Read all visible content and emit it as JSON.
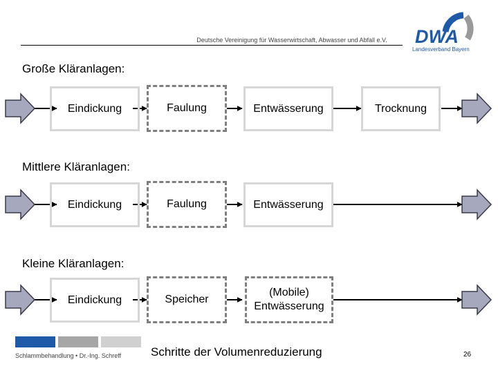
{
  "header": {
    "association_text": "Deutsche Vereinigung für Wasserwirtschaft, Abwasser und Abfall e.V.",
    "logo_text": "DWA",
    "logo_subtext": "Landesverband Bayern"
  },
  "sections": [
    {
      "title": "Große Kläranlagen:",
      "steps": [
        {
          "label": "Eindickung",
          "style": "solid"
        },
        {
          "label": "Faulung",
          "style": "dashed"
        },
        {
          "label": "Entwässerung",
          "style": "solid"
        },
        {
          "label": "Trocknung",
          "style": "solid"
        }
      ]
    },
    {
      "title": "Mittlere Kläranlagen:",
      "steps": [
        {
          "label": "Eindickung",
          "style": "solid"
        },
        {
          "label": "Faulung",
          "style": "dashed"
        },
        {
          "label": "Entwässerung",
          "style": "solid"
        }
      ]
    },
    {
      "title": "Kleine Kläranlagen:",
      "steps": [
        {
          "label": "Eindickung",
          "style": "solid"
        },
        {
          "label": "Speicher",
          "style": "dashed"
        },
        {
          "label": "(Mobile) Entwässerung",
          "style": "dashed"
        }
      ]
    }
  ],
  "footer": {
    "author": "Schlammbehandlung • Dr.-Ing. Schreff",
    "title": "Schritte der Volumenreduzierung",
    "page": "26",
    "bar_colors": [
      "#1f5aa8",
      "#a6a6a6",
      "#d0d0d0"
    ]
  },
  "colors": {
    "arrow_fill": "#a6a9bd",
    "arrow_stroke": "#3a3a4a",
    "box_border": "#d6d6d6",
    "dashed_border": "#7f7f7f",
    "logo_blue": "#1f5aa8",
    "logo_gray": "#9a9a9a"
  }
}
